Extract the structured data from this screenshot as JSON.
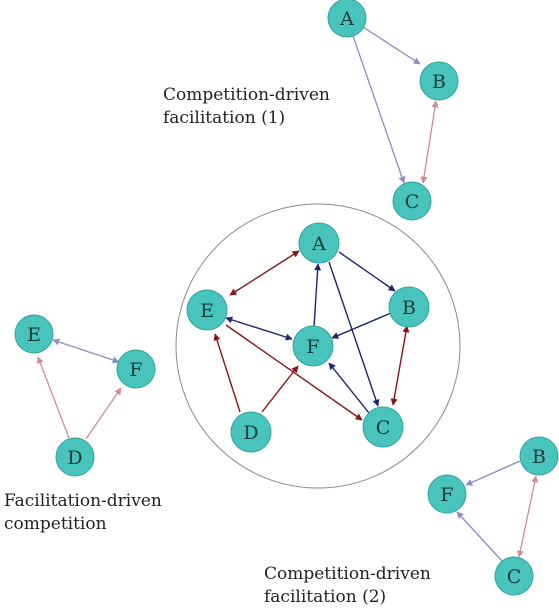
{
  "colors": {
    "node_fill": "#48c4bd",
    "node_stroke": "#2fa39c",
    "competition_main": "#8a1414",
    "facilitation_main": "#1c2470",
    "competition_light": "#d08a9a",
    "facilitation_light": "#8c8cc8",
    "circle_outline": "#8a8a8a"
  },
  "center_nodes": {
    "A": "A",
    "B": "B",
    "C": "C",
    "D": "D",
    "E": "E",
    "F": "F"
  },
  "motif_top_right": {
    "caption_line1": "Competition-driven",
    "caption_line2": "facilitation (1)",
    "nodes": {
      "A": "A",
      "B": "B",
      "C": "C"
    }
  },
  "motif_left": {
    "caption_line1": "Facilitation-driven",
    "caption_line2": "competition",
    "nodes": {
      "E": "E",
      "F": "F",
      "D": "D"
    }
  },
  "motif_bottom_right": {
    "caption_line1": "Competition-driven",
    "caption_line2": "facilitation (2)",
    "nodes": {
      "B": "B",
      "F": "F",
      "C": "C"
    }
  }
}
